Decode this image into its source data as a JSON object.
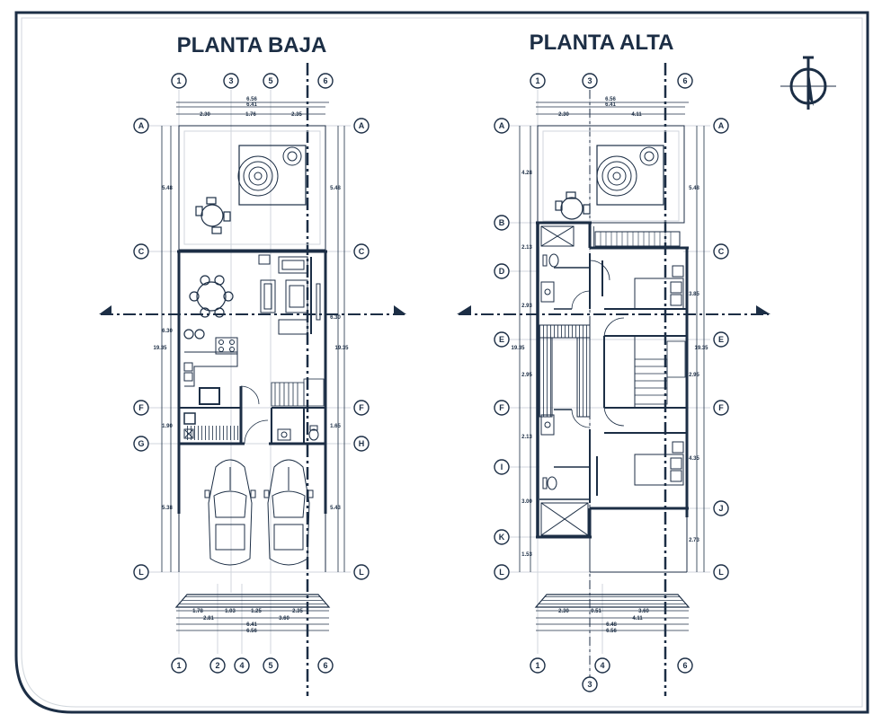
{
  "titles": {
    "ground": "PLANTA BAJA",
    "upper": "PLANTA ALTA"
  },
  "colors": {
    "ink": "#1c2e45",
    "light": "#d0d6dc",
    "paper": "#ffffff"
  },
  "ground": {
    "col_top": [
      "1",
      "3",
      "5",
      "6"
    ],
    "col_bottom": [
      "1",
      "2",
      "4",
      "5",
      "6"
    ],
    "rows_left": [
      "A",
      "C",
      "F",
      "G",
      "L"
    ],
    "rows_right": [
      "A",
      "C",
      "F",
      "H",
      "L"
    ],
    "dims_top": [
      "6.56",
      "6.41",
      "2.30",
      "1.76",
      "2.35"
    ],
    "dims_bottom": [
      "1.78",
      "1.03",
      "1.25",
      "2.35",
      "2.81",
      "6.41",
      "3.60",
      "6.56"
    ],
    "dims_left": [
      "5.48",
      "6.30",
      "19.35",
      "1.90",
      "5.38"
    ],
    "dims_right": [
      "5.48",
      "6.30",
      "19.35",
      "1.65",
      "5.43"
    ]
  },
  "upper": {
    "col_top": [
      "1",
      "3",
      "6"
    ],
    "col_bottom": [
      "1",
      "4",
      "3",
      "6"
    ],
    "rows_left": [
      "A",
      "B",
      "D",
      "E",
      "F",
      "I",
      "K",
      "L"
    ],
    "rows_right": [
      "A",
      "C",
      "E",
      "F",
      "J",
      "L"
    ],
    "dims_top": [
      "6.56",
      "6.41",
      "2.30",
      "4.11"
    ],
    "dims_bottom": [
      "2.30",
      "0.51",
      "3.60",
      "4.11",
      "6.48",
      "6.56"
    ],
    "dims_left": [
      "4.28",
      "2.13",
      "2.93",
      "19.35",
      "2.95",
      "2.13",
      "3.00",
      "1.53"
    ],
    "dims_right": [
      "5.48",
      "3.85",
      "19.35",
      "2.95",
      "4.35",
      "2.73"
    ]
  }
}
